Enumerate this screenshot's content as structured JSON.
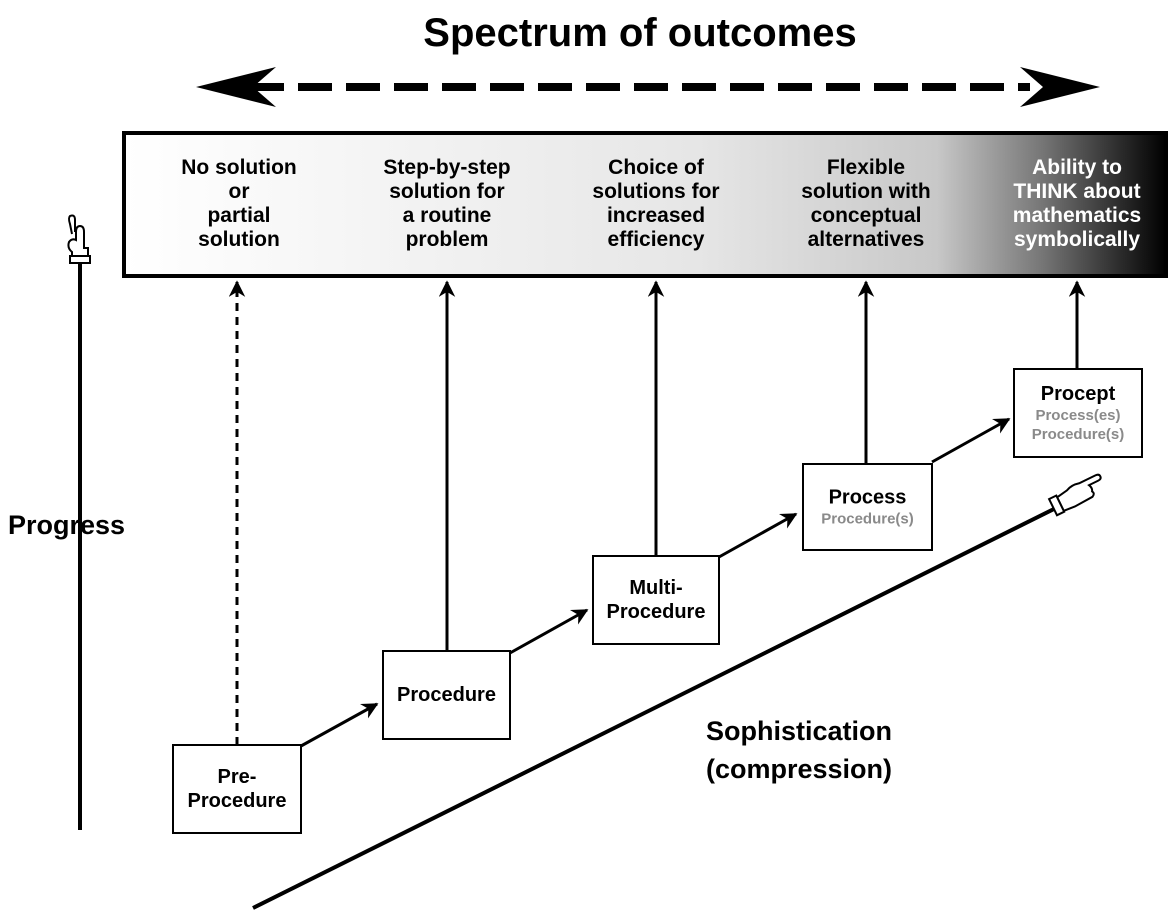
{
  "title": "Spectrum of outcomes",
  "outcomes": [
    {
      "lines": [
        "No solution",
        "or",
        "partial",
        "solution"
      ],
      "color": "#000000"
    },
    {
      "lines": [
        "Step-by-step",
        "solution for",
        "a routine",
        "problem"
      ],
      "color": "#000000"
    },
    {
      "lines": [
        "Choice of",
        "solutions for",
        "increased",
        "efficiency"
      ],
      "color": "#000000"
    },
    {
      "lines": [
        "Flexible",
        "solution with",
        "conceptual",
        "alternatives"
      ],
      "color": "#000000"
    },
    {
      "lines": [
        "Ability to",
        "THINK about",
        "mathematics",
        "symbolically"
      ],
      "color": "#ffffff"
    }
  ],
  "stages": [
    {
      "main": [
        "Pre-",
        "Procedure"
      ],
      "sub": []
    },
    {
      "main": [
        "Procedure"
      ],
      "sub": []
    },
    {
      "main": [
        "Multi-",
        "Procedure"
      ],
      "sub": []
    },
    {
      "main": [
        "Process"
      ],
      "sub": [
        "Procedure(s)"
      ]
    },
    {
      "main": [
        "Procept"
      ],
      "sub": [
        "Process(es)",
        "Procedure(s)"
      ]
    }
  ],
  "axis_progress": "Progress",
  "axis_sophistication": [
    "Sophistication",
    "(compression)"
  ],
  "colors": {
    "ink": "#000000",
    "sub_text": "#8a8a8a",
    "gradient_start": "#ffffff",
    "gradient_mid": "#d0d0d0",
    "gradient_end": "#000000"
  },
  "icons": {
    "progress_pointer": "pointing-up-hand-icon",
    "sophistication_pointer": "pointing-right-hand-icon"
  }
}
